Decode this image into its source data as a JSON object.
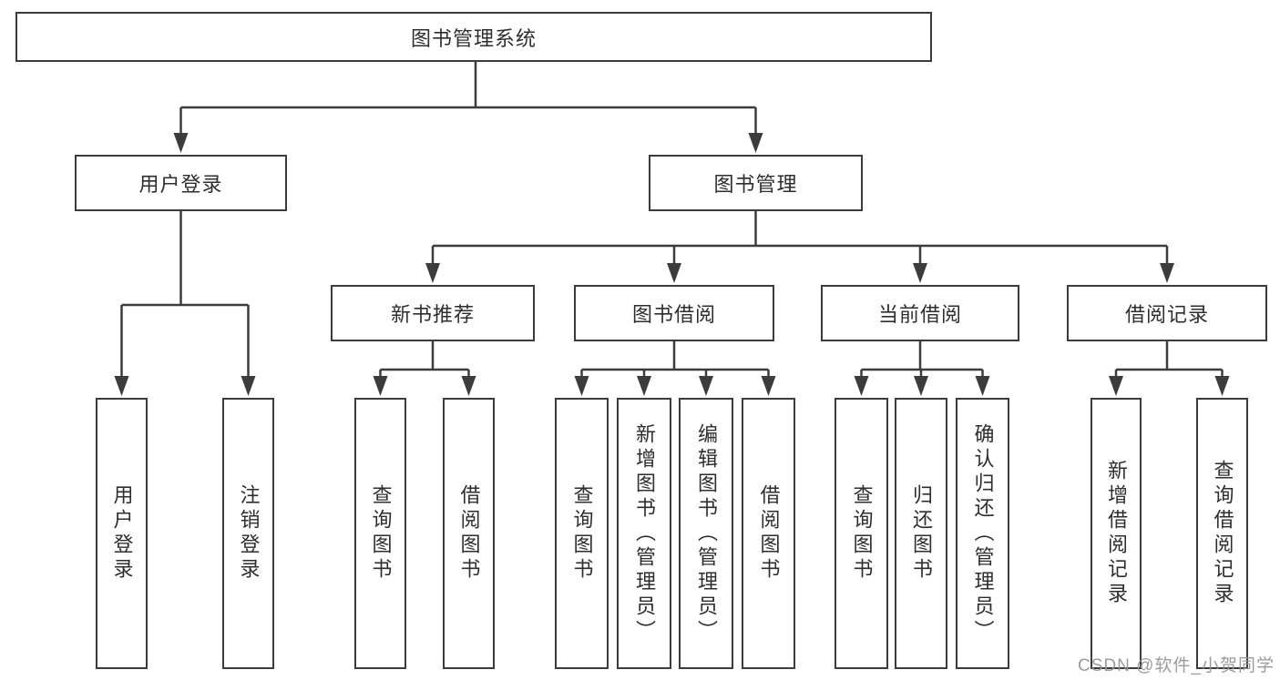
{
  "root": {
    "label": "图书管理系统"
  },
  "level2": {
    "user_login": {
      "label": "用户登录"
    },
    "book_management": {
      "label": "图书管理"
    }
  },
  "level3": {
    "new_book_recommend": {
      "label": "新书推荐"
    },
    "book_borrow": {
      "label": "图书借阅"
    },
    "current_borrow": {
      "label": "当前借阅"
    },
    "borrow_records": {
      "label": "借阅记录"
    }
  },
  "leaves": {
    "user_login": {
      "label": "用户登录"
    },
    "logout": {
      "label": "注销登录"
    },
    "recommend_query_books": {
      "label": "查询图书"
    },
    "recommend_borrow_books": {
      "label": "借阅图书"
    },
    "borrow_query_books": {
      "label": "查询图书"
    },
    "borrow_add_books_admin": {
      "label": "新增图书（管理员）"
    },
    "borrow_edit_books_admin": {
      "label": "编辑图书（管理员）"
    },
    "borrow_borrow_books": {
      "label": "借阅图书"
    },
    "current_query_books": {
      "label": "查询图书"
    },
    "current_return_books": {
      "label": "归还图书"
    },
    "current_confirm_return_admin": {
      "label": "确认归还（管理员）"
    },
    "records_add_borrow_record": {
      "label": "新增借阅记录"
    },
    "records_query_borrow_record": {
      "label": "查询借阅记录"
    }
  },
  "watermark": {
    "text": "CSDN @软件_小贺同学"
  },
  "colors": {
    "line": "#3c3c3c",
    "box_border": "#3c3c3c",
    "text": "#2e2e2e",
    "background": "#ffffff",
    "watermark": "#949494"
  }
}
